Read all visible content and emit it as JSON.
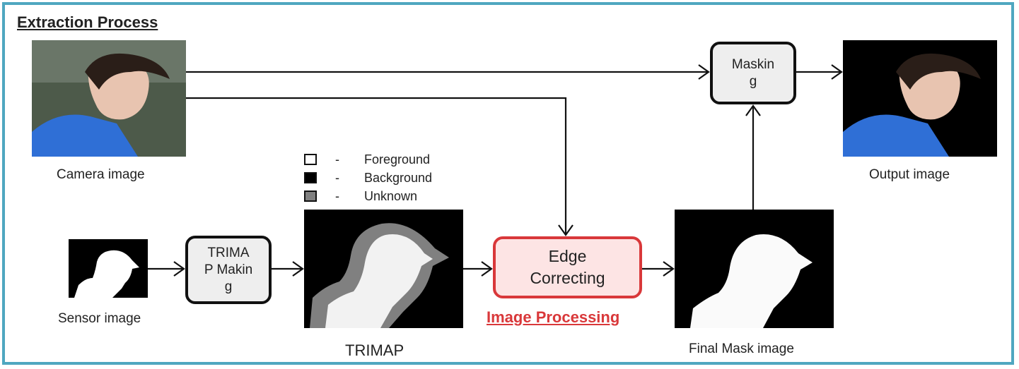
{
  "title": "Extraction Process",
  "labels": {
    "camera": "Camera image",
    "sensor": "Sensor image",
    "trimap": "TRIMAP",
    "final_mask": "Final Mask image",
    "output": "Output image",
    "image_processing": "Image Processing"
  },
  "boxes": {
    "trimap_making": "TRIMAP Making",
    "edge_correcting": "Edge Correcting",
    "masking": "Masking"
  },
  "legend": [
    {
      "dash": "-",
      "label": "Foreground",
      "color": "#ffffff"
    },
    {
      "dash": "-",
      "label": "Background",
      "color": "#000000"
    },
    {
      "dash": "-",
      "label": "Unknown",
      "color": "#808080"
    }
  ],
  "colors": {
    "frame": "#4fa7c0",
    "accent": "#d9383a"
  }
}
